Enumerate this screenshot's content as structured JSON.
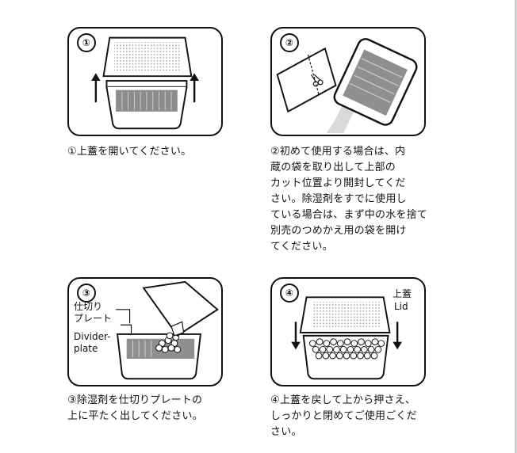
{
  "steps": [
    {
      "number": "①",
      "caption": "①上蓋を開いてください。"
    },
    {
      "number": "②",
      "caption": "②初めて使用する場合は、内\n蔵の袋を取り出して上部の\nカット位置より開封してくだ\nさい。除湿剤をすでに使用し\nている場合は、まず中の水を捨て\n別売のつめかえ用の袋を開け\nてください。"
    },
    {
      "number": "③",
      "caption": "③除湿剤を仕切りプレートの\n上に平たく出してください。",
      "labels": {
        "divider_jp": "仕切り\nプレート",
        "divider_en": "Divider-\nplate"
      }
    },
    {
      "number": "④",
      "caption": "④上蓋を戻して上から押さえ、\nしっかりと閉めてご使用ごくだ\nさい。",
      "labels": {
        "lid_jp": "上蓋",
        "lid_en": "Lid"
      }
    }
  ],
  "colors": {
    "stroke": "#111111",
    "tray_gray": "#9a9a9a",
    "lid_dots": "#cfcfcf"
  }
}
